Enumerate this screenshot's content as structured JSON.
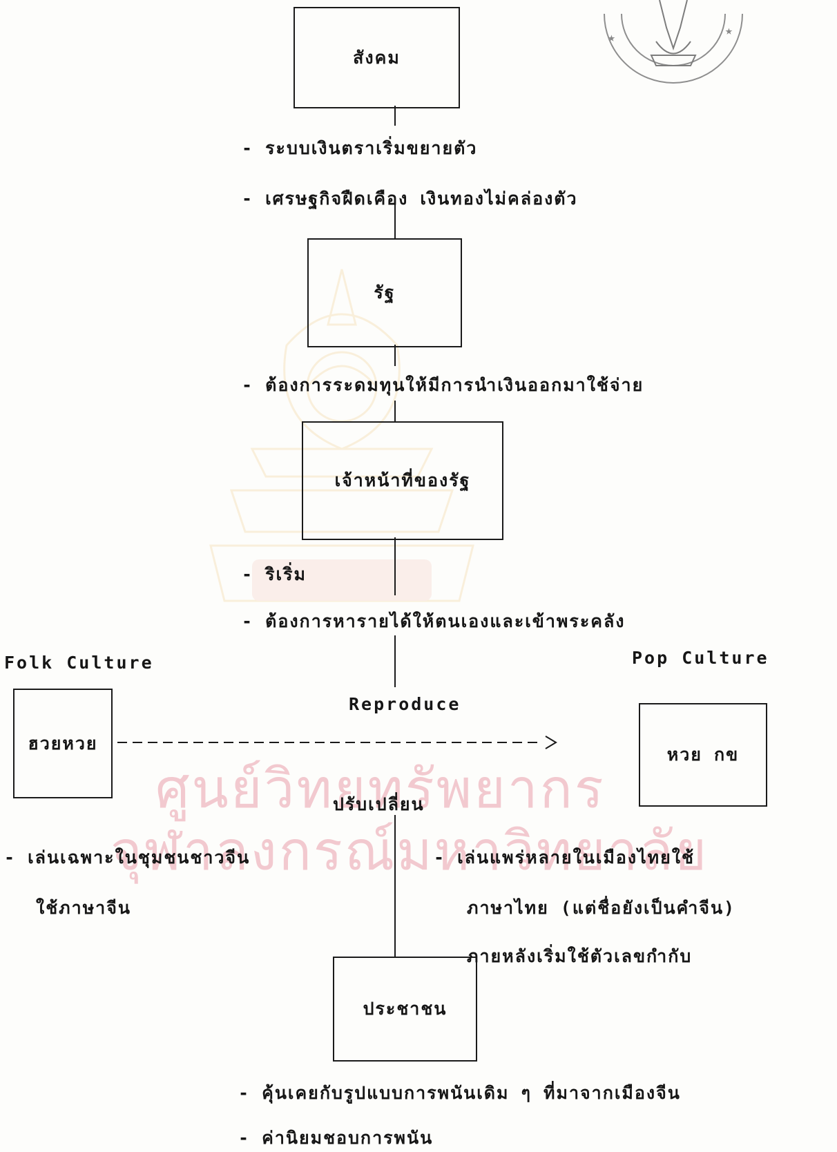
{
  "watermark": {
    "line1": "ศูนย์วิทยทรัพยากร",
    "line2": "จุฬาลงกรณ์มหาวิทยาลัย"
  },
  "boxes": {
    "society": "สังคม",
    "state": "รัฐ",
    "officials": "เจ้าหน้าที่ของรัฐ",
    "huayhuay": "ฮวยหวย",
    "huay_kokho": "หวย กข",
    "people": "ประชาชน"
  },
  "notes": {
    "society_1": "- ระบบเงินตราเริ่มขยายตัว",
    "society_2": "- เศรษฐกิจฝืดเคือง เงินทองไม่คล่องตัว",
    "state_1": "- ต้องการระดมทุนให้มีการนำเงินออกมาใช้จ่าย",
    "officials_1": "- ริเริ่ม",
    "officials_2": "- ต้องการหารายได้ให้ตนเองและเข้าพระคลัง",
    "left_1": "- เล่นเฉพาะในชุมชนชาวจีน",
    "left_2": "ใช้ภาษาจีน",
    "right_1": "- เล่นแพร่หลายในเมืองไทยใช้",
    "right_2": "ภาษาไทย (แต่ชื่อยังเป็นคำจีน)",
    "right_3": "ภายหลังเริ่มใช้ตัวเลขกำกับ",
    "people_1": "- คุ้นเคยกับรูปแบบการพนันเดิม ๆ ที่มาจากเมืองจีน",
    "people_2": "- ค่านิยมชอบการพนัน"
  },
  "labels": {
    "folk": "Folk Culture",
    "pop": "Pop Culture",
    "reproduce": "Reproduce",
    "change": "ปรับเปลี่ยน"
  }
}
